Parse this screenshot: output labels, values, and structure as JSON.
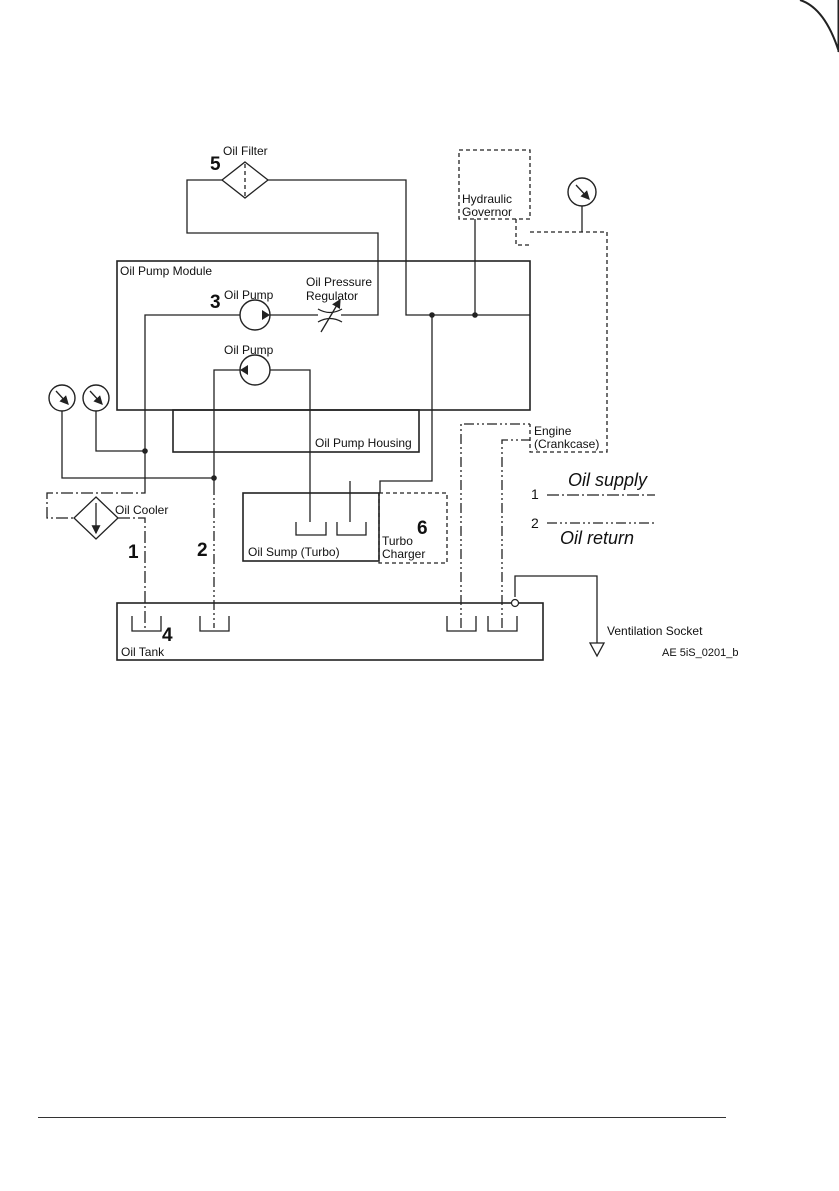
{
  "diagram": {
    "labels": {
      "oil_filter": "Oil Filter",
      "hydraulic": "Hydraulic",
      "governor": "Governor",
      "oil_pump_module": "Oil Pump Module",
      "oil_pump_1": "Oil Pump",
      "oil_pressure": "Oil Pressure",
      "regulator": "Regulator",
      "oil_pump_2": "Oil Pump",
      "oil_pump_housing": "Oil Pump Housing",
      "engine": "Engine",
      "crankcase": "(Crankcase)",
      "oil_cooler": "Oil Cooler",
      "oil_sump": "Oil Sump (Turbo)",
      "turbo": "Turbo",
      "charger": "Charger",
      "oil_tank": "Oil Tank",
      "ventilation_socket": "Ventilation Socket",
      "reference": "AE 5iS_0201_b"
    },
    "callouts": {
      "n1": "1",
      "n2": "2",
      "n3": "3",
      "n4": "4",
      "n5": "5",
      "n6": "6"
    },
    "legend": {
      "supply_number": "1",
      "supply_label": "Oil supply",
      "return_number": "2",
      "return_label": "Oil return"
    }
  }
}
